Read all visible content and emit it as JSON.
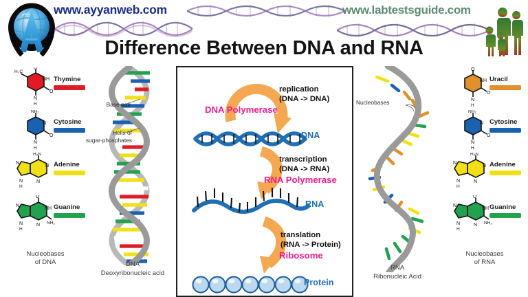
{
  "header": {
    "left_url": "www.ayyanweb.com",
    "right_url": "www.labtestsguide.com",
    "left_url_color": "#1b2d86",
    "right_url_color": "#5d8a72",
    "logo_left_name": "ayyanweb-globe-logo",
    "logo_right_name": "labtestsguide-family-logo"
  },
  "title": "Difference Between DNA and RNA",
  "dna_bases": {
    "caption_line1": "Nucleobases",
    "caption_line2": "of DNA",
    "items": [
      {
        "name": "Thymine",
        "color": "#e01b24",
        "atoms": [
          "H",
          "C",
          "O",
          "NH",
          "O",
          "N",
          "H"
        ]
      },
      {
        "name": "Cytosine",
        "color": "#1a62b0",
        "atoms": [
          "NH",
          "N",
          "O",
          "N",
          "H"
        ]
      },
      {
        "name": "Adenine",
        "color": "#f2e017",
        "atoms": [
          "H",
          "N",
          "N",
          "N",
          "N",
          "H"
        ]
      },
      {
        "name": "Guanine",
        "color": "#22a14e",
        "atoms": [
          "O",
          "N",
          "NH",
          "N",
          "NH",
          "H"
        ]
      }
    ]
  },
  "rna_bases": {
    "caption_line1": "Nucleobases",
    "caption_line2": "of RNA",
    "items": [
      {
        "name": "Uracil",
        "color": "#e0912c",
        "atoms": [
          "O",
          "NH",
          "O",
          "N",
          "H"
        ]
      },
      {
        "name": "Cytosine",
        "color": "#1a62b0",
        "atoms": [
          "NH",
          "N",
          "O",
          "N",
          "H"
        ]
      },
      {
        "name": "Adenine",
        "color": "#f2e017",
        "atoms": [
          "H",
          "N",
          "N",
          "N",
          "N",
          "H"
        ]
      },
      {
        "name": "Guanine",
        "color": "#22a14e",
        "atoms": [
          "O",
          "N",
          "NH",
          "N",
          "NH",
          "H"
        ]
      }
    ]
  },
  "dna_helix": {
    "annotation_base_pair": "Base pair",
    "annotation_helix_line1": "Helix of",
    "annotation_helix_line2": "sugar-phosphates",
    "caption_line1": "DNA",
    "caption_line2": "Deoxyribonucleic acid"
  },
  "rna_strand": {
    "annotation_nucleobases": "Nucleobases",
    "caption_line1": "RNA",
    "caption_line2": "Ribonucleic Acid"
  },
  "central_dogma": {
    "steps": [
      {
        "process_line1": "replication",
        "process_line2": "(DNA -> DNA)",
        "enzyme": "DNA Polymerase",
        "product": "DNA"
      },
      {
        "process_line1": "transcription",
        "process_line2": "(DNA -> RNA)",
        "enzyme": "RNA Polymerase",
        "product": "RNA"
      },
      {
        "process_line1": "translation",
        "process_line2": "(RNA -> Protein)",
        "enzyme": "Ribosome",
        "product": "Protein"
      }
    ],
    "colors": {
      "arrow": "#f5a852",
      "enzyme_text": "#ec1d8e",
      "molecule_text": "#1f6fb5",
      "process_text": "#111111",
      "panel_border": "#1e1e1e"
    }
  }
}
